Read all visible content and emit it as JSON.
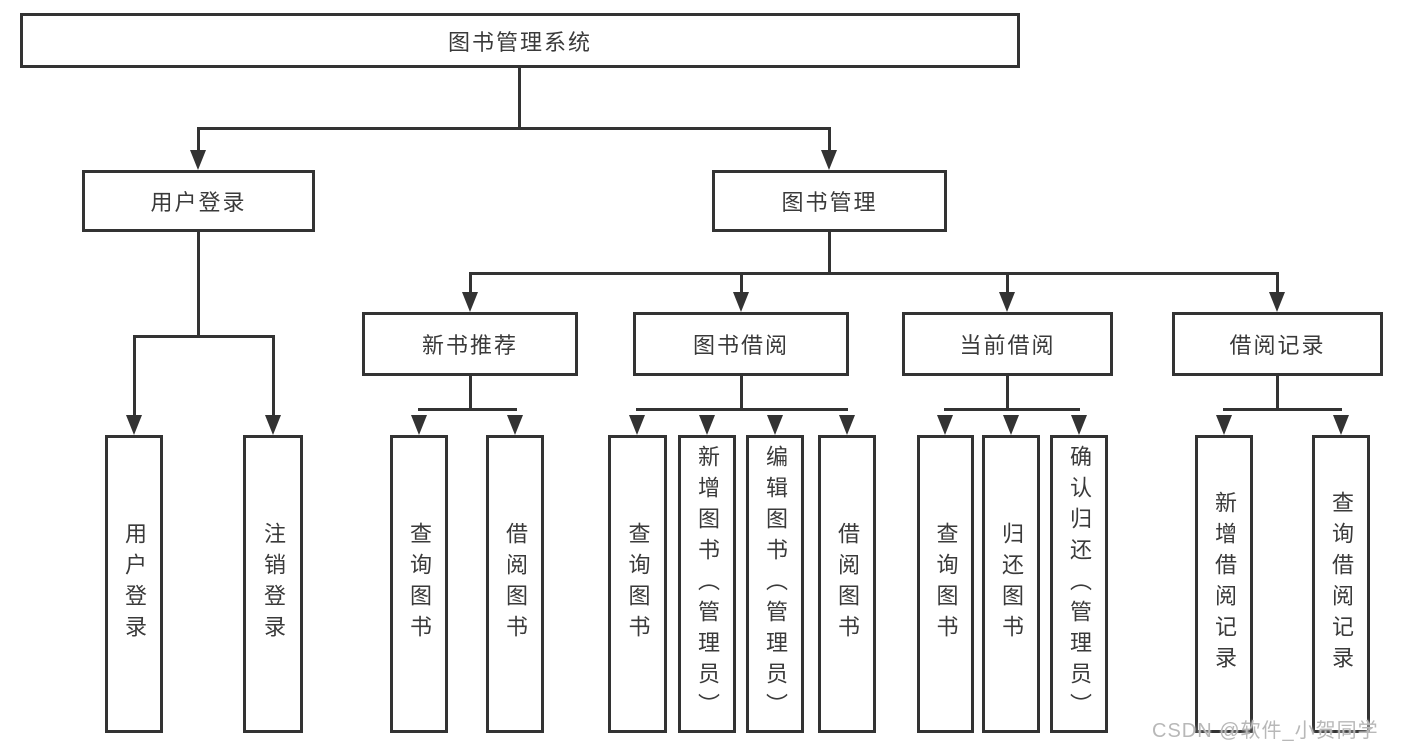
{
  "nodes": {
    "root": "图书管理系统",
    "user_login": "用户登录",
    "book_management": "图书管理",
    "new_book_recommend": "新书推荐",
    "book_borrow": "图书借阅",
    "current_borrow": "当前借阅",
    "borrow_records": "借阅记录"
  },
  "leaves": {
    "user_login": [
      "用户登录",
      "注销登录"
    ],
    "new_book_recommend": [
      "查询图书",
      "借阅图书"
    ],
    "book_borrow": [
      "查询图书",
      "新增图书（管理员）",
      "编辑图书（管理员）",
      "借阅图书"
    ],
    "current_borrow": [
      "查询图书",
      "归还图书",
      "确认归还（管理员）"
    ],
    "borrow_records": [
      "新增借阅记录",
      "查询借阅记录"
    ]
  },
  "watermark": "CSDN @软件_小贺同学",
  "colors": {
    "line": "#333333",
    "text": "#3a3a3a",
    "background": "#ffffff",
    "watermark": "#b8b8b8"
  }
}
